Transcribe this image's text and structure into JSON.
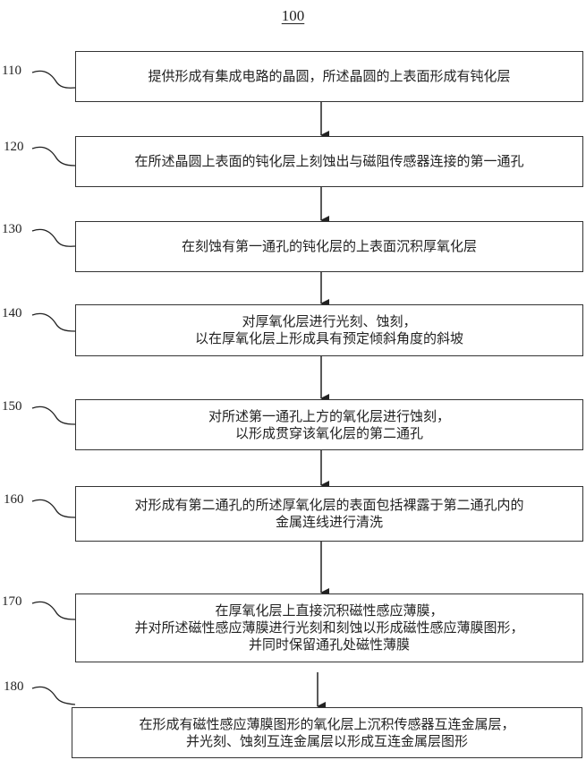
{
  "diagram": {
    "title": "100",
    "steps": [
      {
        "id": "110",
        "lines": [
          "提供形成有集成电路的晶圆，所述晶圆的上表面形成有钝化层"
        ]
      },
      {
        "id": "120",
        "lines": [
          "在所述晶圆上表面的钝化层上刻蚀出与磁阻传感器连接的第一通孔"
        ]
      },
      {
        "id": "130",
        "lines": [
          "在刻蚀有第一通孔的钝化层的上表面沉积厚氧化层"
        ]
      },
      {
        "id": "140",
        "lines": [
          "对厚氧化层进行光刻、蚀刻，",
          "以在厚氧化层上形成具有预定倾斜角度的斜坡"
        ]
      },
      {
        "id": "150",
        "lines": [
          "对所述第一通孔上方的氧化层进行蚀刻，",
          "以形成贯穿该氧化层的第二通孔"
        ]
      },
      {
        "id": "160",
        "lines": [
          "对形成有第二通孔的所述厚氧化层的表面包括裸露于第二通孔内的",
          "金属连线进行清洗"
        ]
      },
      {
        "id": "170",
        "lines": [
          "在厚氧化层上直接沉积磁性感应薄膜，",
          "并对所述磁性感应薄膜进行光刻和刻蚀以形成磁性感应薄膜图形，",
          "并同时保留通孔处磁性薄膜"
        ]
      },
      {
        "id": "180",
        "lines": [
          "在形成有磁性感应薄膜图形的氧化层上沉积传感器互连金属层，",
          "并光刻、蚀刻互连金属层以形成互连金属层图形"
        ]
      }
    ]
  }
}
